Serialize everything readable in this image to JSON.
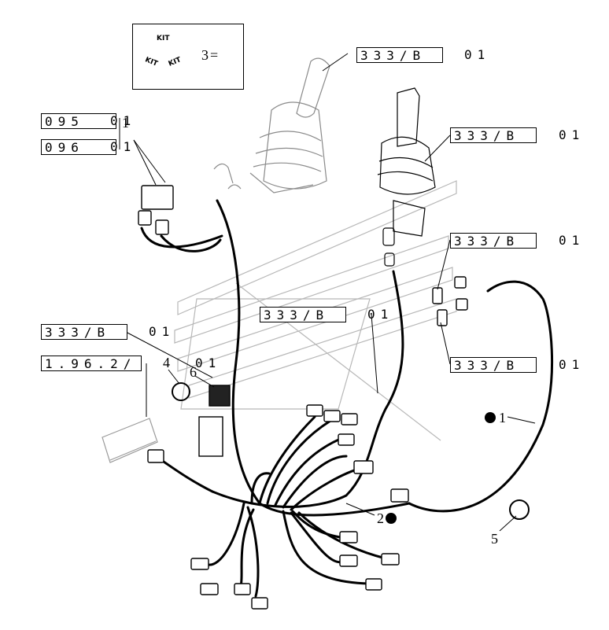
{
  "kit_legend": {
    "kit_top": "KIT",
    "kit_left": "KIT",
    "kit_right": "KIT",
    "item": "3",
    "equals": "="
  },
  "references": [
    {
      "code": "333/B",
      "suffix": "01"
    },
    {
      "code": "095",
      "suffix": "01"
    },
    {
      "code": "096",
      "suffix": "01"
    },
    {
      "code": "333/B",
      "suffix": "01"
    },
    {
      "code": "333/B",
      "suffix": "01"
    },
    {
      "code": "333/B",
      "suffix": "01"
    },
    {
      "code": "333/B",
      "suffix": "01"
    },
    {
      "code": "1.96.2/",
      "suffix": "01"
    },
    {
      "code": "333/B",
      "suffix": "01"
    }
  ],
  "callouts": {
    "item_1_bracket": "1",
    "item_1": "1",
    "item_2": "2",
    "item_4": "4",
    "item_5": "5",
    "item_6": "6"
  },
  "colors": {
    "line": "#000000",
    "background": "#ffffff",
    "watermark": "#b0b0b0"
  }
}
